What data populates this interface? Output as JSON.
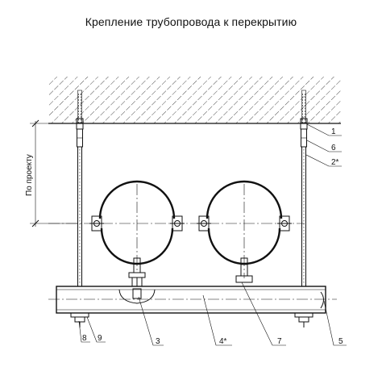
{
  "title": "Крепление трубопровода к перекрытию",
  "dimension_label": "По проекту",
  "callouts": [
    {
      "id": "c1",
      "label": "1"
    },
    {
      "id": "c6",
      "label": "6"
    },
    {
      "id": "c2",
      "label": "2*"
    },
    {
      "id": "c8",
      "label": "8"
    },
    {
      "id": "c9",
      "label": "9"
    },
    {
      "id": "c3",
      "label": "3"
    },
    {
      "id": "c4",
      "label": "4*"
    },
    {
      "id": "c7",
      "label": "7"
    },
    {
      "id": "c5",
      "label": "5"
    }
  ]
}
